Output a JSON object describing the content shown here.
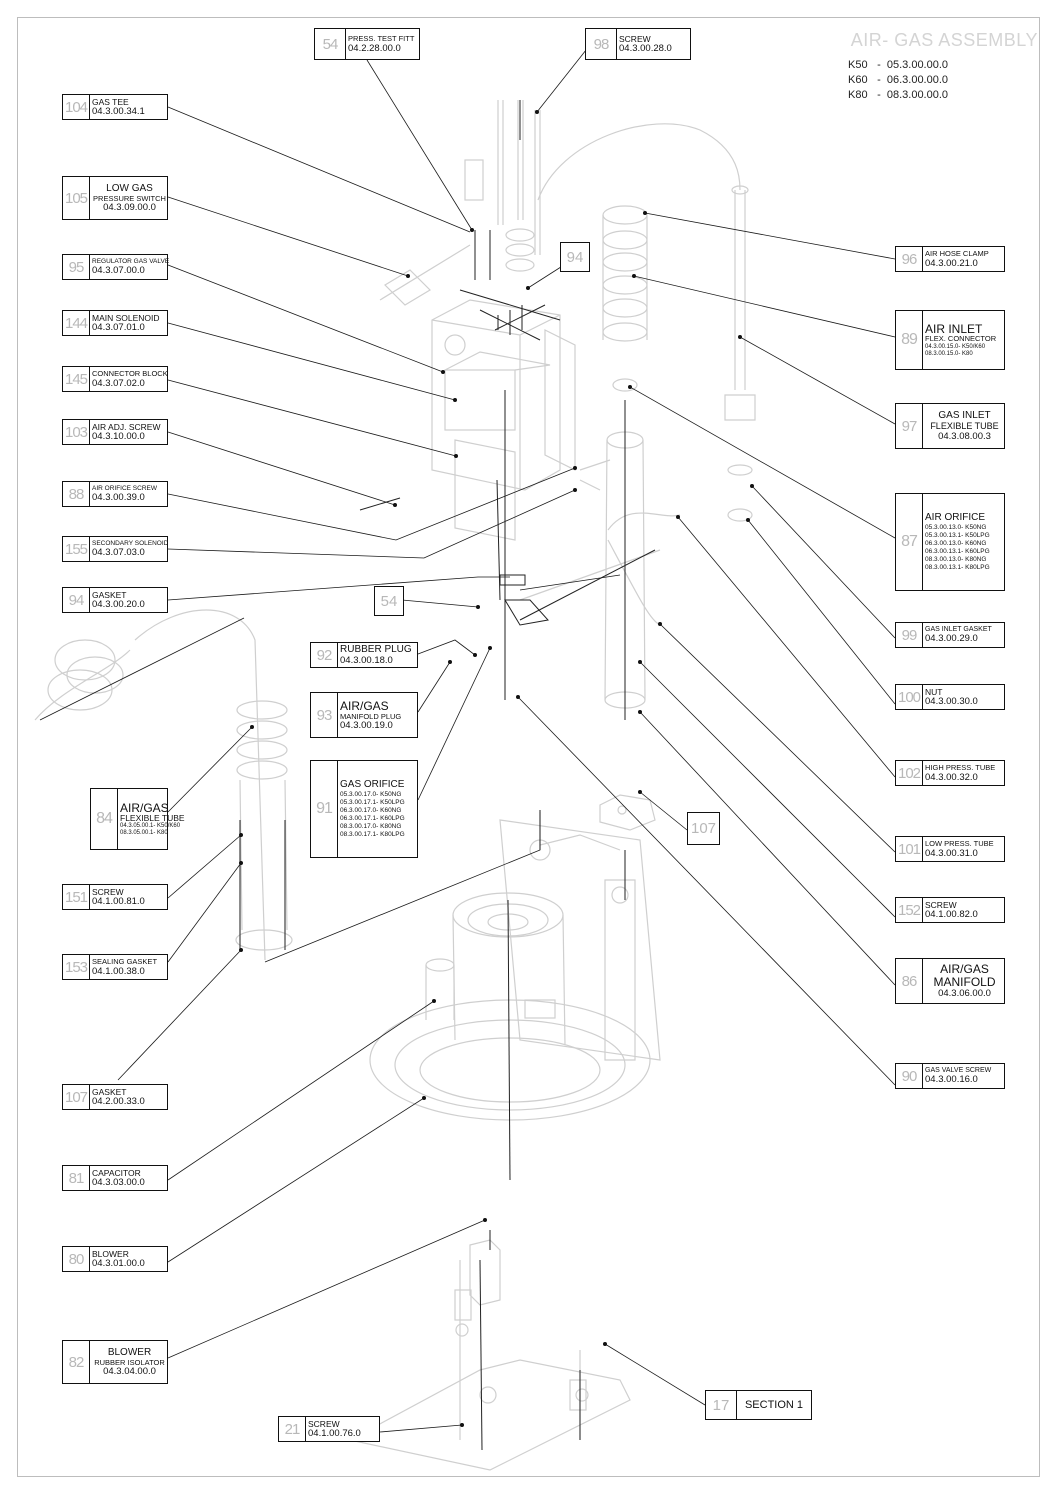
{
  "header": {
    "title": "AIR- GAS ASSEMBLY",
    "models": [
      {
        "model": "K50",
        "sep": "-",
        "code": "05.3.00.00.0"
      },
      {
        "model": "K60",
        "sep": "-",
        "code": "06.3.00.00.0"
      },
      {
        "model": "K80",
        "sep": "-",
        "code": "08.3.00.00.0"
      }
    ]
  },
  "callouts": {
    "press_test_fitt": {
      "num": "54",
      "name": "PRESS. TEST FITT",
      "code": "04.2.28.00.0"
    },
    "screw_top": {
      "num": "98",
      "name": "SCREW",
      "code": "04.3.00.28.0"
    },
    "gas_tee": {
      "num": "104",
      "name": "GAS TEE",
      "code": "04.3.00.34.1"
    },
    "low_gas_switch": {
      "num": "105",
      "name": "LOW GAS",
      "name2": "PRESSURE SWITCH",
      "code": "04.3.09.00.0"
    },
    "regulator_gas_valve": {
      "num": "95",
      "name": "REGULATOR GAS VALVE",
      "code": "04.3.07.00.0"
    },
    "main_solenoid": {
      "num": "144",
      "name": "MAIN SOLENOID",
      "code": "04.3.07.01.0"
    },
    "connector_block": {
      "num": "145",
      "name": "CONNECTOR BLOCK",
      "code": "04.3.07.02.0"
    },
    "air_adj_screw": {
      "num": "103",
      "name": "AIR ADJ. SCREW",
      "code": "04.3.10.00.0"
    },
    "air_orifice_screw": {
      "num": "88",
      "name": "AIR ORIFICE SCREW",
      "code": "04.3.00.39.0"
    },
    "secondary_solenoid": {
      "num": "155",
      "name": "SECONDARY SOLENOID",
      "code": "04.3.07.03.0"
    },
    "gasket_94": {
      "num": "94",
      "name": "GASKET",
      "code": "04.3.00.20.0"
    },
    "rubber_plug": {
      "num": "92",
      "name": "RUBBER PLUG",
      "code": "04.3.00.18.0"
    },
    "manifold_plug": {
      "num": "93",
      "name": "AIR/GAS",
      "name2": "MANIFOLD PLUG",
      "code": "04.3.00.19.0"
    },
    "gas_orifice": {
      "num": "91",
      "name": "GAS ORIFICE",
      "lines": [
        "05.3.00.17.0- K50NG",
        "05.3.00.17.1- K50LPG",
        "06.3.00.17.0- K60NG",
        "06.3.00.17.1- K60LPG",
        "08.3.00.17.0- K80NG",
        "08.3.00.17.1- K80LPG"
      ]
    },
    "flexible_tube": {
      "num": "84",
      "name": "AIR/GAS",
      "name2": "FLEXIBLE TUBE",
      "lines": [
        "04.3.05.00.1- K50/K60",
        "08.3.05.00.1- K80"
      ]
    },
    "screw_151": {
      "num": "151",
      "name": "SCREW",
      "code": "04.1.00.81.0"
    },
    "sealing_gasket": {
      "num": "153",
      "name": "SEALING GASKET",
      "code": "04.1.00.38.0"
    },
    "gasket_107": {
      "num": "107",
      "name": "GASKET",
      "code": "04.2.00.33.0"
    },
    "capacitor": {
      "num": "81",
      "name": "CAPACITOR",
      "code": "04.3.03.00.0"
    },
    "blower": {
      "num": "80",
      "name": "BLOWER",
      "code": "04.3.01.00.0"
    },
    "blower_isolator": {
      "num": "82",
      "name": "BLOWER",
      "name2": "RUBBER ISOLATOR",
      "code": "04.3.04.00.0"
    },
    "screw_21": {
      "num": "21",
      "name": "SCREW",
      "code": "04.1.00.76.0"
    },
    "air_hose_clamp": {
      "num": "96",
      "name": "AIR HOSE CLAMP",
      "code": "04.3.00.21.0"
    },
    "air_inlet": {
      "num": "89",
      "name": "AIR INLET",
      "name2": "FLEX. CONNECTOR",
      "lines": [
        "04.3.00.15.0- K50/K60",
        "08.3.00.15.0- K80"
      ]
    },
    "gas_inlet_tube": {
      "num": "97",
      "name": "GAS INLET",
      "name2": "FLEXIBLE TUBE",
      "code": "04.3.08.00.3"
    },
    "air_orifice": {
      "num": "87",
      "name": "AIR ORIFICE",
      "lines": [
        "05.3.00.13.0- K50NG",
        "05.3.00.13.1- K50LPG",
        "06.3.00.13.0- K60NG",
        "06.3.00.13.1- K60LPG",
        "08.3.00.13.0- K80NG",
        "08.3.00.13.1- K80LPG"
      ]
    },
    "gas_inlet_gasket": {
      "num": "99",
      "name": "GAS INLET GASKET",
      "code": "04.3.00.29.0"
    },
    "nut": {
      "num": "100",
      "name": "NUT",
      "code": "04.3.00.30.0"
    },
    "high_press_tube": {
      "num": "102",
      "name": "HIGH PRESS. TUBE",
      "code": "04.3.00.32.0"
    },
    "low_press_tube": {
      "num": "101",
      "name": "LOW PRESS. TUBE",
      "code": "04.3.00.31.0"
    },
    "screw_152": {
      "num": "152",
      "name": "SCREW",
      "code": "04.1.00.82.0"
    },
    "manifold": {
      "num": "86",
      "name": "AIR/GAS",
      "name2": "MANIFOLD",
      "code": "04.3.06.00.0"
    },
    "gas_valve_screw": {
      "num": "90",
      "name": "GAS VALVE SCREW",
      "code": "04.3.00.16.0"
    }
  },
  "solo_tags": {
    "tag94": "94",
    "tag54": "54",
    "tag107": "107"
  },
  "section": {
    "num": "17",
    "label": "SECTION 1"
  }
}
